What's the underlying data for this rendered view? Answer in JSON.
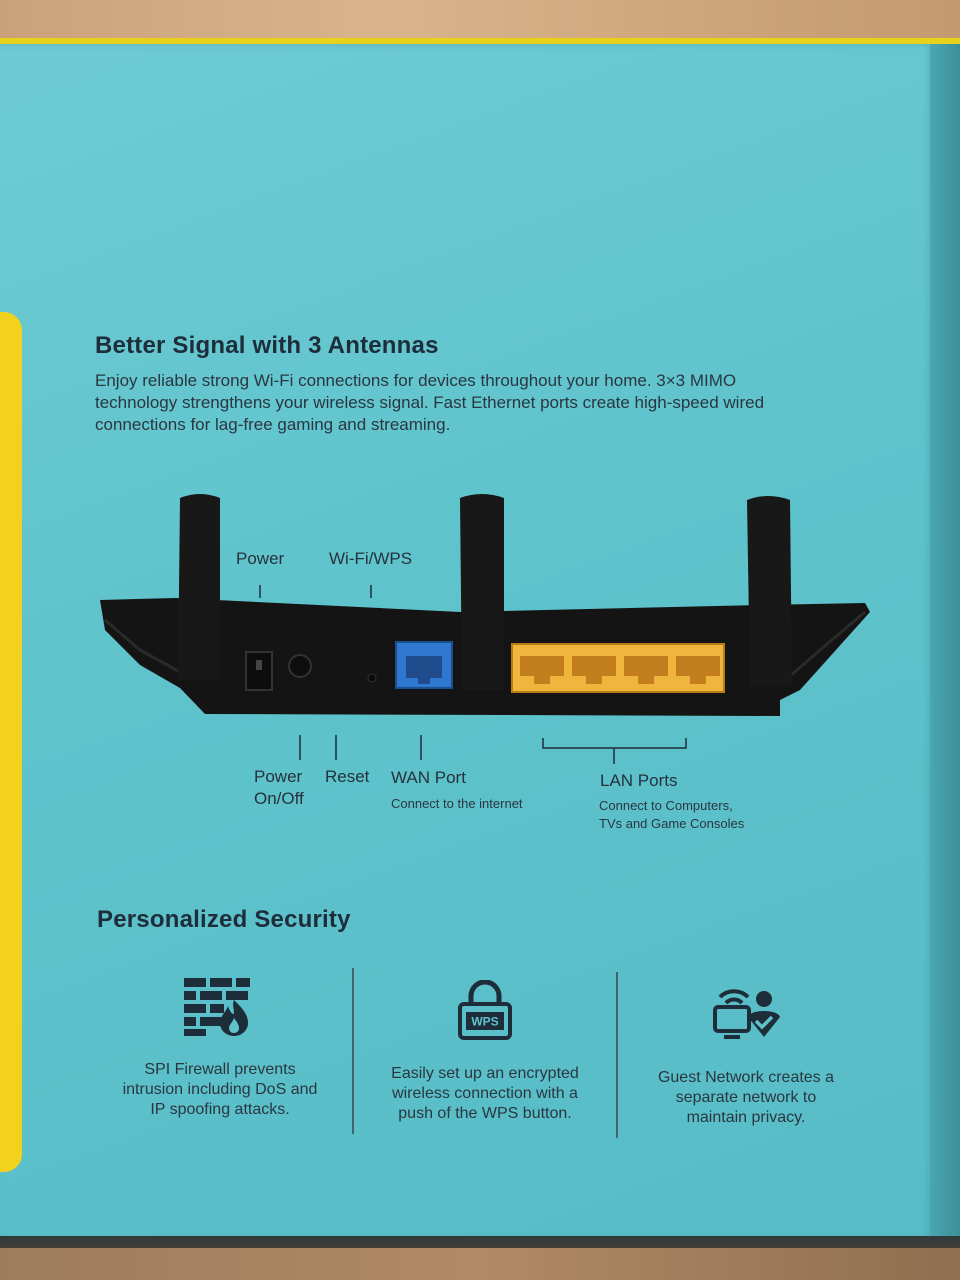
{
  "section1": {
    "title": "Better Signal with 3 Antennas",
    "intro_lines": [
      "Enjoy reliable strong Wi-Fi connections for devices throughout your home. 3×3 MIMO",
      "technology strengthens your wireless signal. Fast Ethernet ports create high-speed wired",
      "connections for lag-free gaming and streaming."
    ]
  },
  "router_labels": {
    "power": "Power",
    "wifi_wps": "Wi-Fi/WPS",
    "power_onoff_1": "Power",
    "power_onoff_2": "On/Off",
    "reset": "Reset",
    "wan_port": "WAN Port",
    "wan_desc": "Connect to the internet",
    "lan_ports": "LAN Ports",
    "lan_desc_1": "Connect to Computers,",
    "lan_desc_2": "TVs and Game Consoles"
  },
  "section2": {
    "title": "Personalized Security",
    "features": [
      {
        "icon": "firewall-icon",
        "lines": [
          "SPI Firewall prevents",
          "intrusion including DoS and",
          "IP spoofing attacks."
        ]
      },
      {
        "icon": "wps-lock-icon",
        "icon_text": "WPS",
        "lines": [
          "Easily set up an encrypted",
          "wireless connection with a",
          "push of the WPS button."
        ]
      },
      {
        "icon": "guest-network-icon",
        "lines": [
          "Guest Network creates a",
          "separate network to",
          "maintain privacy."
        ]
      }
    ]
  },
  "colors": {
    "box_teal": "#5fc3cc",
    "box_yellow": "#f2d21c",
    "router_black": "#141414",
    "wan_blue": "#2f78d0",
    "lan_yellow": "#f0b53c",
    "text_dark": "#1d2d3a"
  }
}
